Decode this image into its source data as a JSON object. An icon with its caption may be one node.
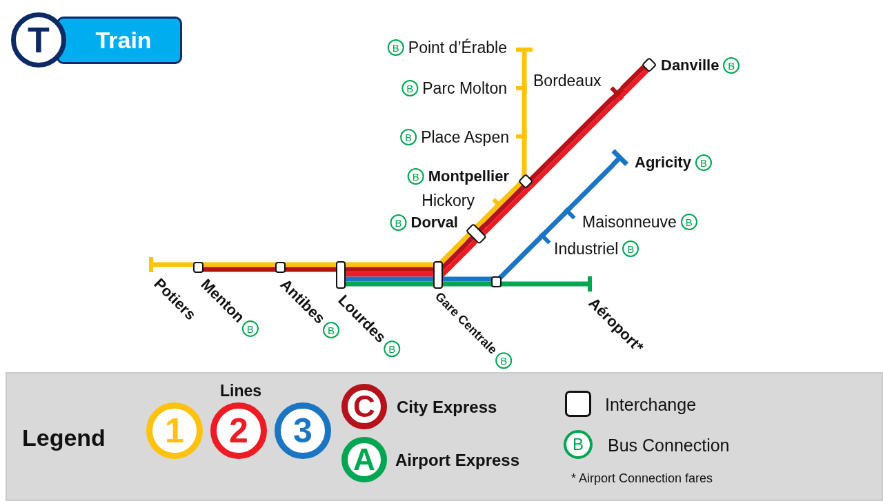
{
  "diagram": {
    "title": "Train",
    "nodes": [
      {
        "text": [],
        "shape": "bar",
        "beside": [
          "Point d’Érable",
          "B"
        ]
      },
      {
        "text": [],
        "shape": "box",
        "beside": [
          "Danville",
          "B"
        ]
      },
      {
        "text": [],
        "shape": "bar",
        "beside": [
          "Bordeaux"
        ]
      },
      {
        "text": [],
        "shape": "bar",
        "beside": [
          "Parc Molton",
          "B"
        ]
      },
      {
        "text": [],
        "shape": "bar",
        "beside": [
          "Place Aspen",
          "B"
        ]
      },
      {
        "text": [],
        "shape": "bar",
        "beside": [
          "Agricity",
          "B"
        ]
      },
      {
        "text": [],
        "shape": "box",
        "beside": [
          "Montpellier",
          "B"
        ]
      },
      {
        "text": [],
        "shape": "bar",
        "beside": [
          "Hickory"
        ]
      },
      {
        "text": [],
        "shape": "box",
        "beside": [
          "Dorval",
          "B"
        ]
      },
      {
        "text": [],
        "shape": "bar",
        "beside": [
          "Maisonneuve",
          "B"
        ]
      },
      {
        "text": [],
        "shape": "bar",
        "beside": [
          "Industriel",
          "B"
        ]
      },
      {
        "text": [],
        "shape": "bar",
        "beside": [
          "Potiers"
        ]
      },
      {
        "text": [],
        "shape": "box",
        "beside": [
          "Menton",
          "B"
        ]
      },
      {
        "text": [],
        "shape": "box",
        "beside": [
          "Antibes",
          "B"
        ]
      },
      {
        "text": [],
        "shape": "box",
        "beside": [
          "Lourdes",
          "B"
        ]
      },
      {
        "text": [],
        "shape": "box",
        "beside": [
          "Gare Centrale",
          "B"
        ]
      },
      {
        "text": [],
        "shape": "box"
      },
      {
        "text": [],
        "shape": "bar",
        "beside": [
          "Aéroport*"
        ]
      }
    ],
    "edges": [
      {
        "from": 11,
        "to": 12,
        "arrow": "none",
        "color": "#ffc20e"
      },
      {
        "from": 12,
        "to": 13,
        "arrow": "none",
        "color": "#ffc20e"
      },
      {
        "from": 13,
        "to": 14,
        "arrow": "none",
        "color": "#ffc20e"
      },
      {
        "from": 14,
        "to": 15,
        "arrow": "none",
        "color": "#ffc20e"
      },
      {
        "from": 15,
        "to": 8,
        "arrow": "none",
        "color": "#ffc20e"
      },
      {
        "from": 8,
        "to": 7,
        "arrow": "none",
        "color": "#ffc20e"
      },
      {
        "from": 7,
        "to": 6,
        "arrow": "none",
        "color": "#ffc20e"
      },
      {
        "from": 6,
        "to": 4,
        "arrow": "none",
        "color": "#ffc20e"
      },
      {
        "from": 4,
        "to": 3,
        "arrow": "none",
        "color": "#ffc20e"
      },
      {
        "from": 3,
        "to": 0,
        "arrow": "none",
        "color": "#ffc20e"
      },
      {
        "from": 12,
        "to": 13,
        "arrow": "none",
        "color": "#b5121b"
      },
      {
        "from": 13,
        "to": 14,
        "arrow": "none",
        "color": "#b5121b"
      },
      {
        "from": 14,
        "to": 15,
        "arrow": "none",
        "color": "#b5121b"
      },
      {
        "from": 15,
        "to": 8,
        "arrow": "none",
        "color": "#b5121b"
      },
      {
        "from": 8,
        "to": 6,
        "arrow": "none",
        "color": "#b5121b"
      },
      {
        "from": 6,
        "to": 2,
        "arrow": "none",
        "color": "#b5121b"
      },
      {
        "from": 2,
        "to": 1,
        "arrow": "none",
        "color": "#b5121b"
      },
      {
        "from": 14,
        "to": 15,
        "arrow": "none",
        "color": "#ed1c24"
      },
      {
        "from": 15,
        "to": 8,
        "arrow": "none",
        "color": "#ed1c24"
      },
      {
        "from": 8,
        "to": 6,
        "arrow": "none",
        "color": "#ed1c24"
      },
      {
        "from": 6,
        "to": 2,
        "arrow": "none",
        "color": "#ed1c24"
      },
      {
        "from": 2,
        "to": 1,
        "arrow": "none",
        "color": "#ed1c24"
      },
      {
        "from": 14,
        "to": 15,
        "arrow": "none",
        "color": "#1b75c2"
      },
      {
        "from": 15,
        "to": 16,
        "arrow": "none",
        "color": "#1b75c2"
      },
      {
        "from": 16,
        "to": 10,
        "arrow": "none",
        "color": "#1b75c2"
      },
      {
        "from": 10,
        "to": 9,
        "arrow": "none",
        "color": "#1b75c2"
      },
      {
        "from": 9,
        "to": 5,
        "arrow": "none",
        "color": "#1b75c2"
      },
      {
        "from": 14,
        "to": 15,
        "arrow": "none",
        "color": "#00a651"
      },
      {
        "from": 15,
        "to": 16,
        "arrow": "none",
        "color": "#00a651"
      },
      {
        "from": 16,
        "to": 17,
        "arrow": "none",
        "color": "#00a651"
      }
    ],
    "labels": [
      "T",
      "Legend",
      "Lines",
      "C",
      "A",
      "B",
      "* Airport Connection fares"
    ],
    "legend": [
      {
        "text": "1",
        "color": "#ffc20e"
      },
      {
        "text": "2",
        "color": "#ed1c24"
      },
      {
        "text": "3",
        "color": "#1b75c2"
      },
      {
        "text": "City Express",
        "color": "#b5121b"
      },
      {
        "text": "Airport Express",
        "color": "#00a651"
      },
      {
        "text": "Interchange"
      },
      {
        "text": "Bus Connection"
      }
    ]
  }
}
